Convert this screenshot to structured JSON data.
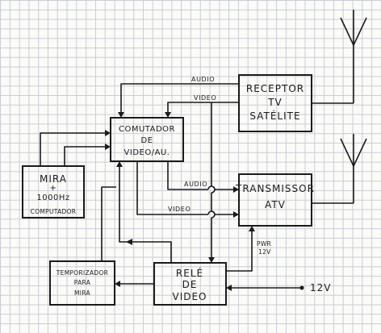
{
  "blocks": {
    "receptor": {
      "line1": "RECEPTOR",
      "line2": "TV",
      "line3": "SATÉLITE"
    },
    "comutador": {
      "line1": "COMUTADOR",
      "line2": "DE",
      "line3": "VIDEO/AU."
    },
    "mira": {
      "line1": "MIRA",
      "line2": "+",
      "line3": "1000Hz",
      "line4": "COMPUTADOR"
    },
    "transmissor": {
      "line1": "TRANSMISSOR",
      "line2": "ATV"
    },
    "temporizador": {
      "line1": "TEMPORIZADOR",
      "line2": "PARA",
      "line3": "MIRA"
    },
    "rele": {
      "line1": "RELÉ",
      "line2": "DE",
      "line3": "VIDEO"
    }
  },
  "labels": {
    "audio_top": "AUDIO",
    "video_top": "VIDEO",
    "audio_mid": "AUDIO",
    "video_mid": "VIDEO",
    "pwr": "PWR",
    "pwr_v": "12V",
    "supply": "12V"
  },
  "icons": [
    "antenna-icon"
  ]
}
